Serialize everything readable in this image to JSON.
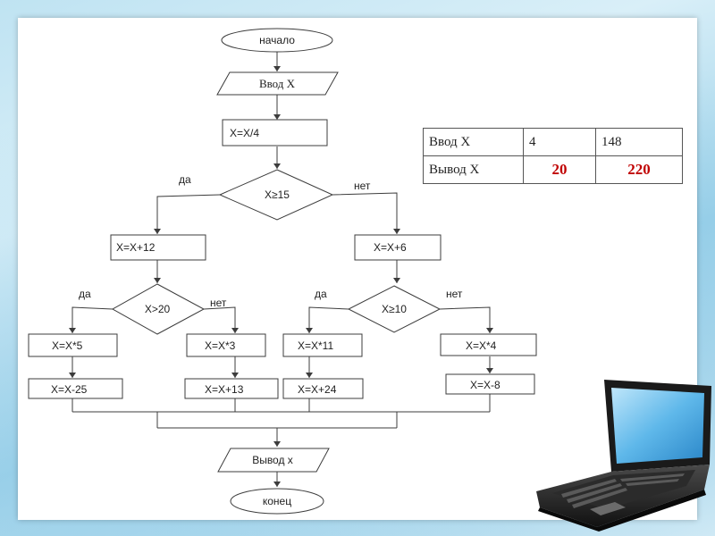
{
  "flowchart": {
    "start": "начало",
    "input": "Ввод X",
    "step_div": "X=X/4",
    "cond_main": "X≥15",
    "yes_main": "да",
    "no_main": "нет",
    "step_add12": "X=X+12",
    "step_add6": "X=X+6",
    "cond_left": "X>20",
    "yes_left": "да",
    "no_left": "нет",
    "cond_right": "X≥10",
    "yes_right": "да",
    "no_right": "нет",
    "step_mul5": "X=X*5",
    "step_mul3": "X=X*3",
    "step_mul11": "X=X*11",
    "step_mul4": "X=X*4",
    "step_sub25": "X=X-25",
    "step_add13": "X=X+13",
    "step_add24": "X=X+24",
    "step_sub8": "X=X-8",
    "output": "Вывод x",
    "end": "конец"
  },
  "io_table": {
    "row_input_label": "Ввод  X",
    "row_output_label": "Вывод  X",
    "inputs": [
      "4",
      "148"
    ],
    "outputs": [
      "20",
      "220"
    ],
    "answer_color": "#c00000"
  },
  "icons": [
    "laptop-icon"
  ]
}
